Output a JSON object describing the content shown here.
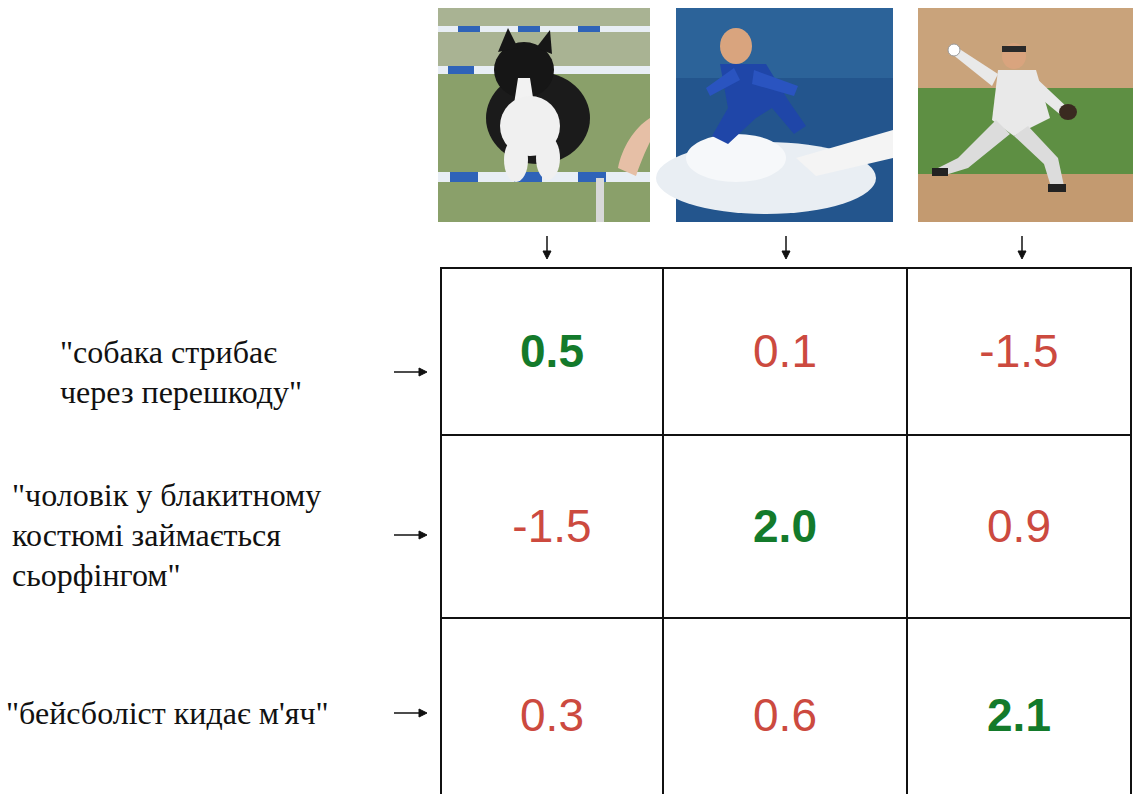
{
  "diagram": {
    "nodes": [
      {
        "text": [
          "0.5"
        ]
      },
      {
        "text": [
          "0.1"
        ]
      },
      {
        "text": [
          "-1.5"
        ]
      },
      {
        "text": [
          "-1.5"
        ]
      },
      {
        "text": [
          "2.0"
        ]
      },
      {
        "text": [
          "0.9"
        ]
      },
      {
        "text": [
          "0.3"
        ]
      },
      {
        "text": [
          "0.6"
        ]
      },
      {
        "text": [
          "2.1"
        ]
      }
    ],
    "labels": [
      "\"собака стрибає через перешкоду\"",
      "\"чоловік у блакитному костюмі займається сьорфінгом\"",
      "\"бейсболіст кидає м'яч\""
    ]
  }
}
